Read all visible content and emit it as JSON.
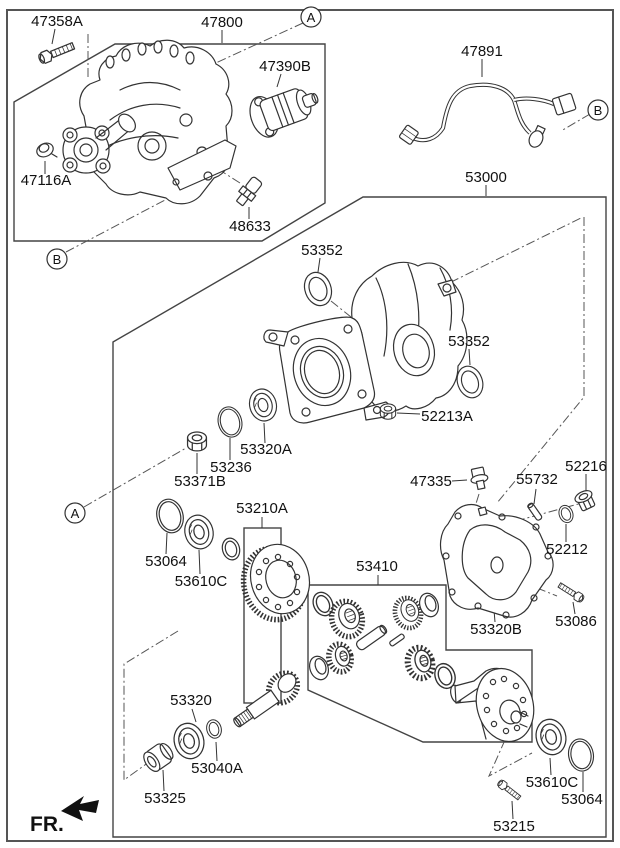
{
  "colors": {
    "line": "#333333",
    "background": "#ffffff",
    "text": "#111111"
  },
  "fr": {
    "label": "FR."
  },
  "view_refs": [
    {
      "letter": "A"
    },
    {
      "letter": "B"
    },
    {
      "letter": "B"
    },
    {
      "letter": "A"
    }
  ],
  "parts": [
    {
      "num": "47358A"
    },
    {
      "num": "47800"
    },
    {
      "num": "47390B"
    },
    {
      "num": "47116A"
    },
    {
      "num": "48633"
    },
    {
      "num": "47891"
    },
    {
      "num": "53000"
    },
    {
      "num": "53352"
    },
    {
      "num": "53352"
    },
    {
      "num": "52213A"
    },
    {
      "num": "53320A"
    },
    {
      "num": "53236"
    },
    {
      "num": "53371B"
    },
    {
      "num": "53064"
    },
    {
      "num": "53610C"
    },
    {
      "num": "53210A"
    },
    {
      "num": "47335"
    },
    {
      "num": "55732"
    },
    {
      "num": "52216"
    },
    {
      "num": "52212"
    },
    {
      "num": "53410"
    },
    {
      "num": "53320B"
    },
    {
      "num": "53086"
    },
    {
      "num": "53320"
    },
    {
      "num": "53040A"
    },
    {
      "num": "53325"
    },
    {
      "num": "53610C"
    },
    {
      "num": "53064"
    },
    {
      "num": "53215"
    }
  ]
}
